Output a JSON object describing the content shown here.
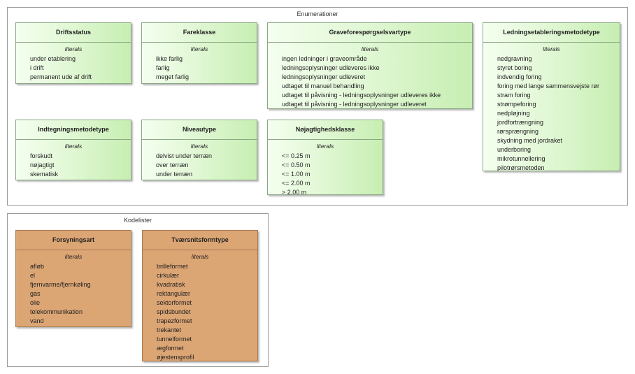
{
  "packages": {
    "enumerationer": {
      "title": "Enumerationer",
      "classes": [
        {
          "name": "Driftsstatus",
          "section": "literals",
          "literals": [
            "under etablering",
            "i drift",
            "permanent ude af drift"
          ]
        },
        {
          "name": "Fareklasse",
          "section": "literals",
          "literals": [
            "ikke farlig",
            "farlig",
            "meget farlig"
          ]
        },
        {
          "name": "Graveforespørgselsvartype",
          "section": "literals",
          "literals": [
            "ingen ledninger i graveområde",
            "ledningsoplysninger udleveres ikke",
            "ledningsoplysninger udleveret",
            "udtaget til manuel behandling",
            "udtaget til påvisning - ledningsoplysninger udleveres ikke",
            "udtaget til påvisning - ledningsoplysninger udleveret"
          ]
        },
        {
          "name": "Ledningsetableringsmetodetype",
          "section": "literals",
          "literals": [
            "nedgravning",
            "styret boring",
            "indvendig foring",
            "foring med lange sammensvejste rør",
            "stram foring",
            "strømpeforing",
            "nedpløjning",
            "jordfortrængning",
            "rørsprængning",
            "skydning med jordraket",
            "underboring",
            "mikrotunnellering",
            "pilotrørsmetoden"
          ]
        },
        {
          "name": "Indtegningsmetodetype",
          "section": "literals",
          "literals": [
            "forskudt",
            "nøjagtigt",
            "skematisk"
          ]
        },
        {
          "name": "Niveautype",
          "section": "literals",
          "literals": [
            "delvist under terræn",
            "over terræn",
            "under terræn"
          ]
        },
        {
          "name": "Nøjagtighedsklasse",
          "section": "literals",
          "literals": [
            "<= 0.25 m",
            "<= 0.50 m",
            "<= 1.00 m",
            "<= 2.00 m",
            "> 2.00 m"
          ]
        }
      ]
    },
    "kodelister": {
      "title": "Kodelister",
      "classes": [
        {
          "name": "Forsyningsart",
          "section": "literals",
          "literals": [
            "afløb",
            "el",
            "fjernvarme/fjernkøling",
            "gas",
            "olie",
            "telekommunikation",
            "vand"
          ]
        },
        {
          "name": "Tværsnitsformtype",
          "section": "literals",
          "literals": [
            "brilleformet",
            "cirkulær",
            "kvadratisk",
            "rektangulær",
            "sektorformet",
            "spidsbundet",
            "trapezformet",
            "trekantet",
            "tunnelformet",
            "ægformet",
            "øjestensprofil"
          ]
        }
      ]
    }
  },
  "colors": {
    "enum_fill_light": "#f4ffef",
    "enum_fill_dark": "#c7eeb2",
    "codelist_fill": "#dca574",
    "package_border": "#9a9a9a"
  }
}
